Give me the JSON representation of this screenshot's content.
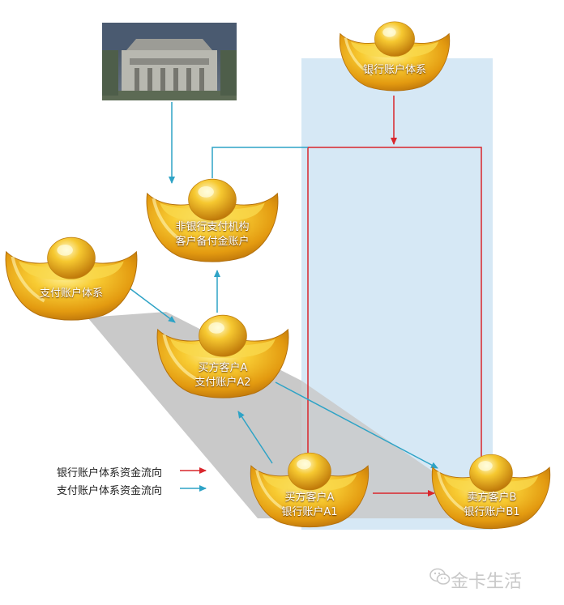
{
  "nodes": {
    "bank_system": {
      "label": "银行账户体系"
    },
    "nonbank": {
      "line1": "非银行支付机构",
      "line2": "客户备付金账户"
    },
    "pay_system": {
      "label": "支付账户体系"
    },
    "buyer_pay": {
      "line1": "买方客户A",
      "line2": "支付账户A2"
    },
    "buyer_bank": {
      "line1": "买方客户A",
      "line2": "银行账户A1"
    },
    "seller_bank": {
      "line1": "卖方客户B",
      "line2": "银行账户B1"
    }
  },
  "legend": {
    "bank_flow": "银行账户体系资金流向",
    "pay_flow": "支付账户体系资金流向"
  },
  "watermark": "金卡生活",
  "colors": {
    "bank_flow": "#d9262c",
    "pay_flow": "#2ea3c6",
    "bank_region": "#d6e8f5",
    "pay_region": "#c9c9c9",
    "gold": "#f1b41f"
  }
}
